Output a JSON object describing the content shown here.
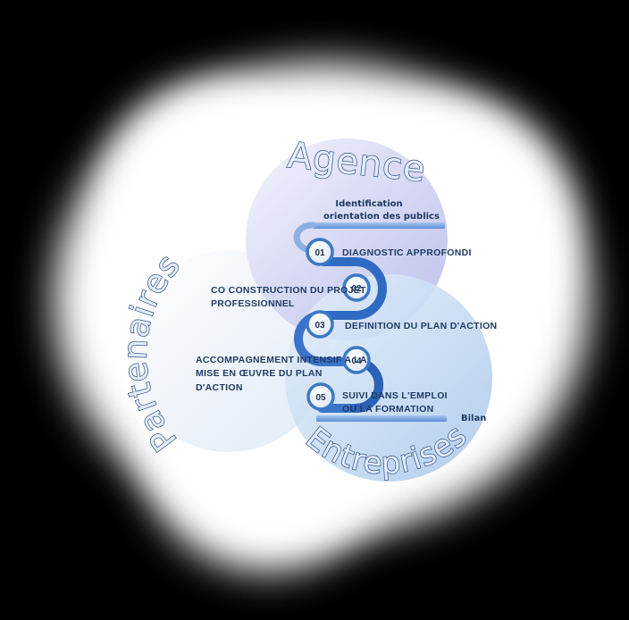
{
  "diagram": {
    "circles": {
      "agence": "Agence",
      "partenaires": "Partenaires",
      "entreprises": "Entreprises"
    },
    "identification": [
      "Identification",
      "orientation des publics"
    ],
    "bilan": "Bilan",
    "steps": [
      {
        "num": "01",
        "lines": [
          "DIAGNOSTIC  APPROFONDI"
        ]
      },
      {
        "num": "02",
        "lines": [
          "CO CONSTRUCTION  DU PROJET",
          "PROFESSIONNEL"
        ]
      },
      {
        "num": "03",
        "lines": [
          "DEFINITION  DU PLAN  D'ACTION"
        ]
      },
      {
        "num": "04",
        "lines": [
          "ACCOMPAGNEMENT  INTENSIF  A LA",
          "MISE EN ŒUVRE  DU PLAN",
          "D'ACTION"
        ]
      },
      {
        "num": "05",
        "lines": [
          "SUIVI  DANS  L'EMPLOI",
          "OU LA FORMATION"
        ]
      }
    ]
  }
}
